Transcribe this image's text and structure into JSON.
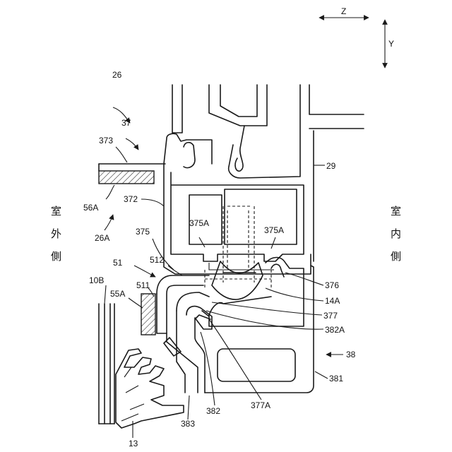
{
  "axes": {
    "z_label": "Z",
    "y_label": "Y"
  },
  "side_labels": {
    "outdoor": [
      "室",
      "外",
      "側"
    ],
    "indoor": [
      "室",
      "内",
      "側"
    ]
  },
  "reference_labels": {
    "l26": "26",
    "l37": "37",
    "l373": "373",
    "l56A": "56A",
    "l372": "372",
    "l26A": "26A",
    "l375": "375",
    "l375A_left": "375A",
    "l375A_right": "375A",
    "l51": "51",
    "l512": "512",
    "l511": "511",
    "l55A": "55A",
    "l10B": "10B",
    "l29": "29",
    "l376": "376",
    "l14A": "14A",
    "l377": "377",
    "l382A": "382A",
    "l38": "38",
    "l381": "381",
    "l382": "382",
    "l377A": "377A",
    "l383": "383",
    "l13": "13"
  }
}
